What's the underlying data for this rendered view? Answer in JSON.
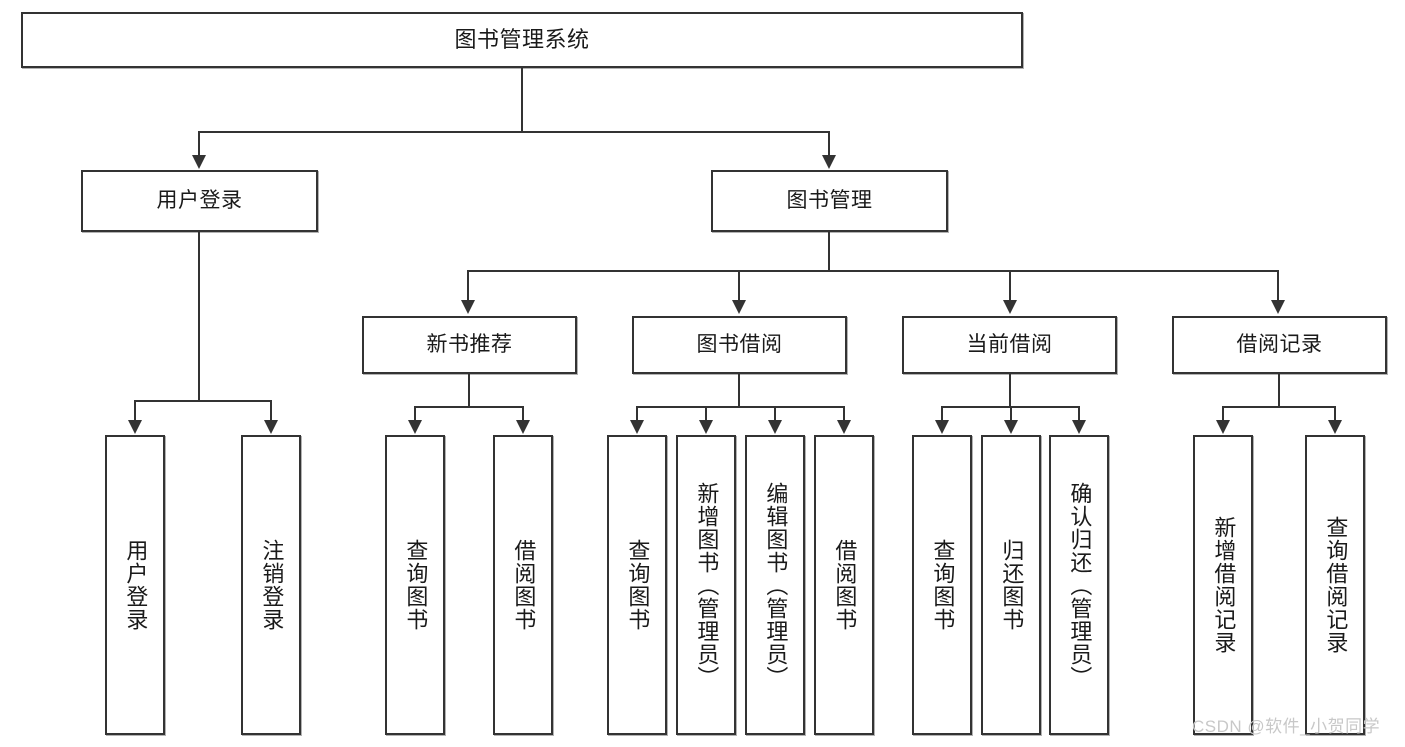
{
  "diagram": {
    "title": "图书管理系统",
    "root": {
      "label": "图书管理系统"
    },
    "level2": [
      {
        "label": "用户登录"
      },
      {
        "label": "图书管理"
      }
    ],
    "level3": [
      {
        "label": "新书推荐"
      },
      {
        "label": "图书借阅"
      },
      {
        "label": "当前借阅"
      },
      {
        "label": "借阅记录"
      }
    ],
    "leaves": {
      "user_login": [
        {
          "label": "用户登录"
        },
        {
          "label": "注销登录"
        }
      ],
      "new_book_recommend": [
        {
          "label": "查询图书"
        },
        {
          "label": "借阅图书"
        }
      ],
      "book_borrow": [
        {
          "label": "查询图书"
        },
        {
          "label": "新增图书（管理员）"
        },
        {
          "label": "编辑图书（管理员）"
        },
        {
          "label": "借阅图书"
        }
      ],
      "current_borrow": [
        {
          "label": "查询图书"
        },
        {
          "label": "归还图书"
        },
        {
          "label": "确认归还（管理员）"
        }
      ],
      "borrow_record": [
        {
          "label": "新增借阅记录"
        },
        {
          "label": "查询借阅记录"
        }
      ]
    }
  },
  "watermark": {
    "text": "CSDN @软件_小贺同学"
  },
  "colors": {
    "stroke": "#333333",
    "text": "#1a1a1a",
    "background": "#ffffff",
    "watermark": "#c8c8c8"
  }
}
